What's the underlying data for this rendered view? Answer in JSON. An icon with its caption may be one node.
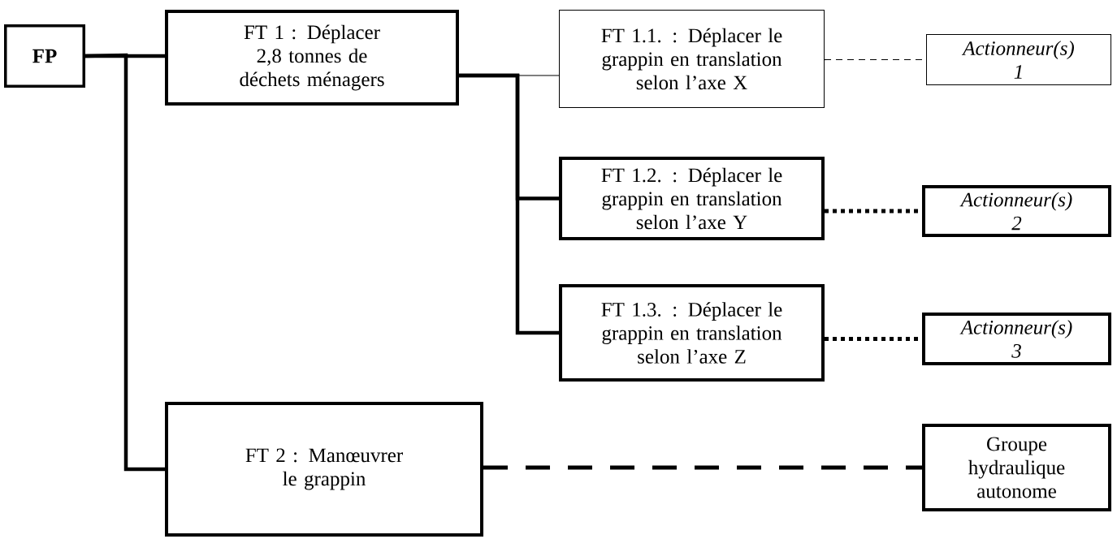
{
  "diagram": {
    "nodes": [
      {
        "text": [
          "FP"
        ]
      },
      {
        "text": [
          "FT 1 : Déplacer 2,8 tonnes de déchets ménagers"
        ]
      },
      {
        "text": [
          "FT 1.1. : Déplacer le grappin en translation selon l’axe X"
        ]
      },
      {
        "text": [
          "Actionneur(s) 1"
        ]
      },
      {
        "text": [
          "FT 1.2. : Déplacer le grappin en translation selon l’axe Y"
        ]
      },
      {
        "text": [
          "Actionneur(s) 2"
        ]
      },
      {
        "text": [
          "FT 1.3. : Déplacer le grappin en translation selon l’axe Z"
        ]
      },
      {
        "text": [
          "Actionneur(s) 3"
        ]
      },
      {
        "text": [
          "FT 2 : Manœuvrer le grappin"
        ]
      },
      {
        "text": [
          "Groupe hydraulique autonome"
        ]
      }
    ],
    "edges": [
      {
        "from": 0,
        "to": 1,
        "arrow": "none"
      },
      {
        "from": 0,
        "to": 8,
        "arrow": "none"
      },
      {
        "from": 1,
        "to": 2,
        "arrow": "none"
      },
      {
        "from": 1,
        "to": 4,
        "arrow": "none"
      },
      {
        "from": 1,
        "to": 6,
        "arrow": "none"
      },
      {
        "from": 2,
        "to": 3,
        "arrow": "none",
        "style": "dashed"
      },
      {
        "from": 4,
        "to": 5,
        "arrow": "none",
        "style": "dashed"
      },
      {
        "from": 6,
        "to": 7,
        "arrow": "none",
        "style": "dashed"
      },
      {
        "from": 8,
        "to": 9,
        "arrow": "none",
        "style": "dashed"
      }
    ]
  }
}
